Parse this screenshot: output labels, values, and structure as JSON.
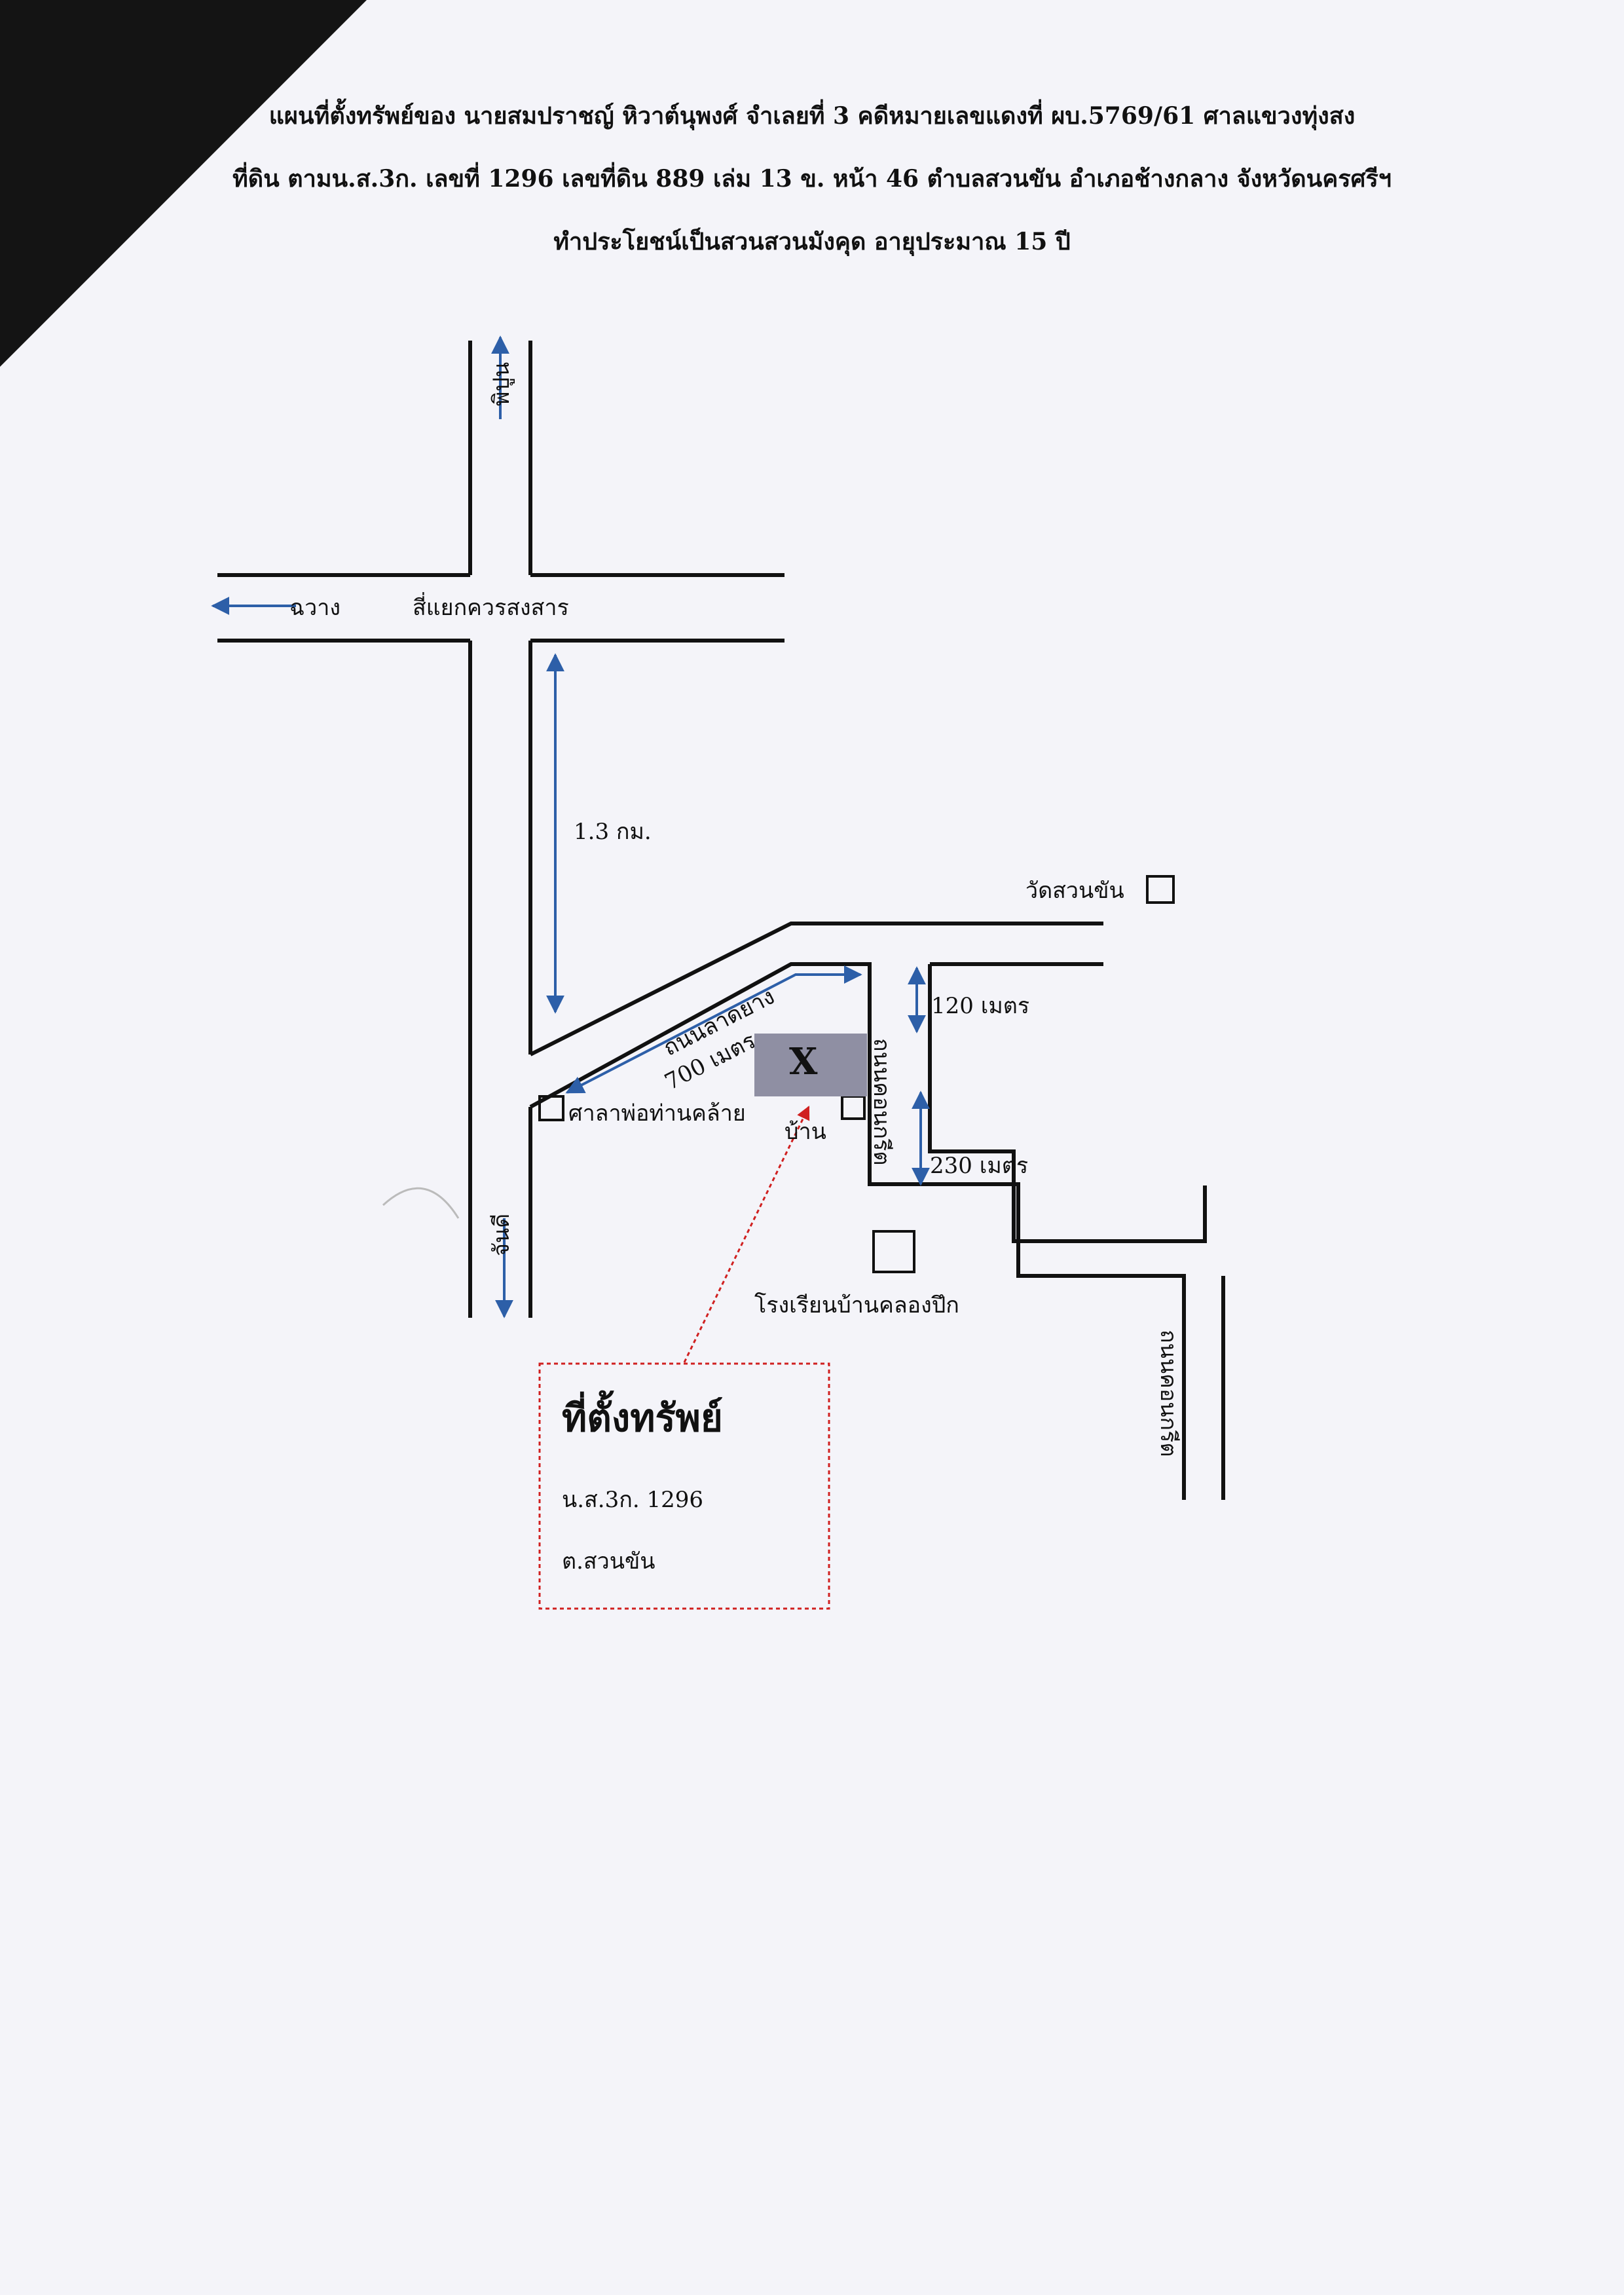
{
  "header": {
    "line1": "แผนที่ตั้งทรัพย์ของ นายสมปราชญ์  หิวาต์นุพงศ์  จำเลยที่ 3 คดีหมายเลขแดงที่ ผบ.5769/61  ศาลแขวงทุ่งสง",
    "line2": "ที่ดิน ตามน.ส.3ก. เลขที่ 1296   เลขที่ดิน 889  เล่ม 13 ข. หน้า 46  ตำบลสวนขัน  อำเภอช้างกลาง  จังหวัดนครศรีฯ",
    "line3": "ทำประโยชน์เป็นสวนสวนมังคุด  อายุประมาณ 15 ปี"
  },
  "map": {
    "north_label": "พิปูน",
    "west_label": "ฉวาง",
    "intersection_label": "สี่แยกควรสงสาร",
    "south_label": "จันดี",
    "distance_1": "1.3 กม.",
    "road_latyang": "ถนนลาดยาง",
    "distance_700": "700 เมตร",
    "temple": "วัดสวนขัน",
    "distance_120": "120 เมตร",
    "distance_230": "230 เมตร",
    "property_mark": "X",
    "house": "บ้าน",
    "concrete_road_1": "ถนนคอนกรีต",
    "concrete_road_2": "ถนนคอนกรีต",
    "pavilion": "ศาลาพ่อท่านคล้าย",
    "school": "โรงเรียนบ้านคลองปึก"
  },
  "legend": {
    "title": "ที่ตั้งทรัพย์",
    "line1": "น.ส.3ก. 1296",
    "line2": "ต.สวนขัน"
  }
}
